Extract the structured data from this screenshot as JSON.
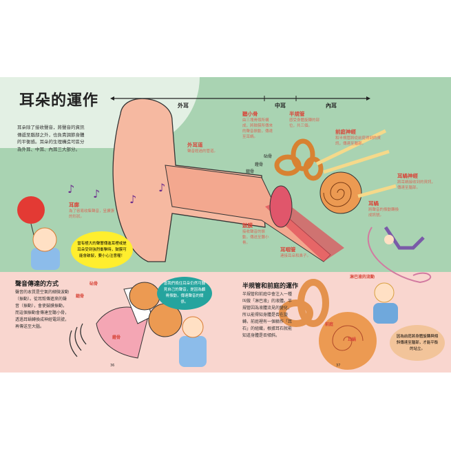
{
  "title": "耳朵的運作",
  "intro": "耳朵除了接收聲音，將聲音的資訊傳遞至腦部之外，也負責調節身體的平衡感。耳朵的生理構造可區分為外耳、中耳、內耳三大部分。",
  "ruler": {
    "outer": "外耳",
    "middle": "中耳",
    "inner": "內耳"
  },
  "parts": {
    "ear_canal": {
      "label": "外耳道",
      "desc": "聲音經過的管道。"
    },
    "auricle": {
      "label": "耳廓",
      "desc": "為了容易收集聲音，呈擴張的形狀。"
    },
    "eardrum": {
      "label": "鼓膜",
      "desc": "接收聲音的振動，傳送至聽小骨。"
    },
    "eustachian": {
      "label": "耳咽管",
      "desc": "連接耳朵和鼻子。"
    },
    "ossicles": {
      "label": "聽小骨",
      "desc": "由三塊骨頭所構成，將鼓膜所傳來的聲音振動，傳達至耳蝸。"
    },
    "stapes": "鐙骨",
    "incus": "砧骨",
    "malleus": "鎚骨",
    "semicircular": {
      "label": "半規管",
      "desc": "感受身體旋轉的部位，共三個。"
    },
    "vestibular_nerve": {
      "label": "前庭神經",
      "desc": "和半規管將從前庭得到的資訊，傳達至腦部。"
    },
    "cochlear_nerve": {
      "label": "耳蝸神經",
      "desc": "將耳蝸接收到的資訊，傳達至腦部。"
    },
    "cochlea": {
      "label": "耳蝸",
      "desc": "將聲音的振動轉換成訊號。"
    }
  },
  "warning_bubble": "當有極大的聲響傳進耳裡或是耳朵受到強烈衝擊時，鼓膜可能會破裂，要小心注意喔！",
  "left_section": {
    "heading": "聲音傳達的方式",
    "body": "聲音的本質是空氣的細微波動（振動）。從耳殼傳進來的聲音（振動），會使鼓膜振動，而這個振動會傳達至聽小骨，透過耳蝸轉換成神經電訊號，再傳送至大腦。",
    "labels": {
      "incus": "砧骨",
      "malleus": "鎚骨",
      "stapes": "鐙骨"
    },
    "bubble": "當我們摀住耳朵仍然可聽見自己的聲音，是因為顱骨振動，傳達聲音的關係。",
    "page": "36"
  },
  "right_section": {
    "heading": "半規管和前庭的運作",
    "body": "半規管和前庭中會注入一種叫做「淋巴液」的液體。半規管因為液體流見的變化，所以能得知身體是否在旋轉。前庭裡有一個稱作「耳石」的組織，根據耳石就能知道身體是否傾斜。",
    "labels": {
      "flow": "淋巴液的流動",
      "vestibule": "前庭",
      "cochlea": "耳蝸"
    },
    "bubble": "因為前庭將身體旋轉與傾斜傳達至腦部，才能平衡的站立。",
    "page": "37"
  }
}
